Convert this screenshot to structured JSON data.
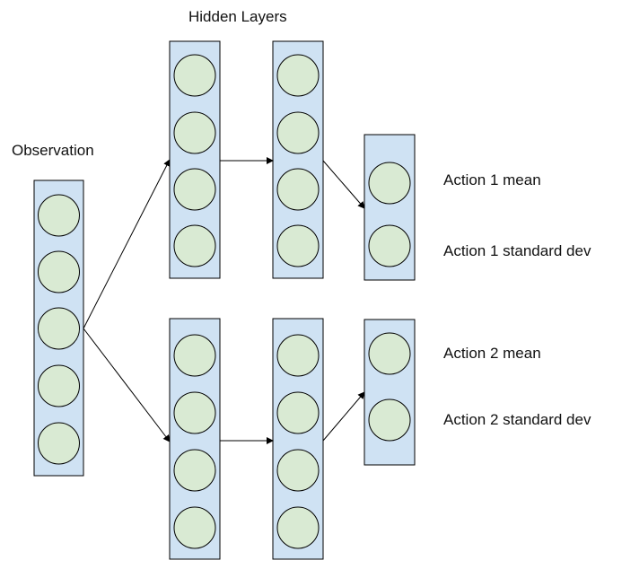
{
  "labels": {
    "hidden_layers": "Hidden Layers",
    "observation": "Observation",
    "action1_mean": "Action 1 mean",
    "action1_std": "Action 1 standard dev",
    "action2_mean": "Action 2 mean",
    "action2_std": "Action 2 standard dev"
  },
  "colors": {
    "layer_fill": "#cfe2f3",
    "neuron_fill": "#d9ead3",
    "stroke": "#000000"
  },
  "layers": [
    {
      "id": "observation-layer",
      "neurons": 5
    },
    {
      "id": "hidden-1a-layer",
      "neurons": 4
    },
    {
      "id": "hidden-2a-layer",
      "neurons": 4
    },
    {
      "id": "output-a-layer",
      "neurons": 2
    },
    {
      "id": "hidden-1b-layer",
      "neurons": 4
    },
    {
      "id": "hidden-2b-layer",
      "neurons": 4
    },
    {
      "id": "output-b-layer",
      "neurons": 2
    }
  ]
}
